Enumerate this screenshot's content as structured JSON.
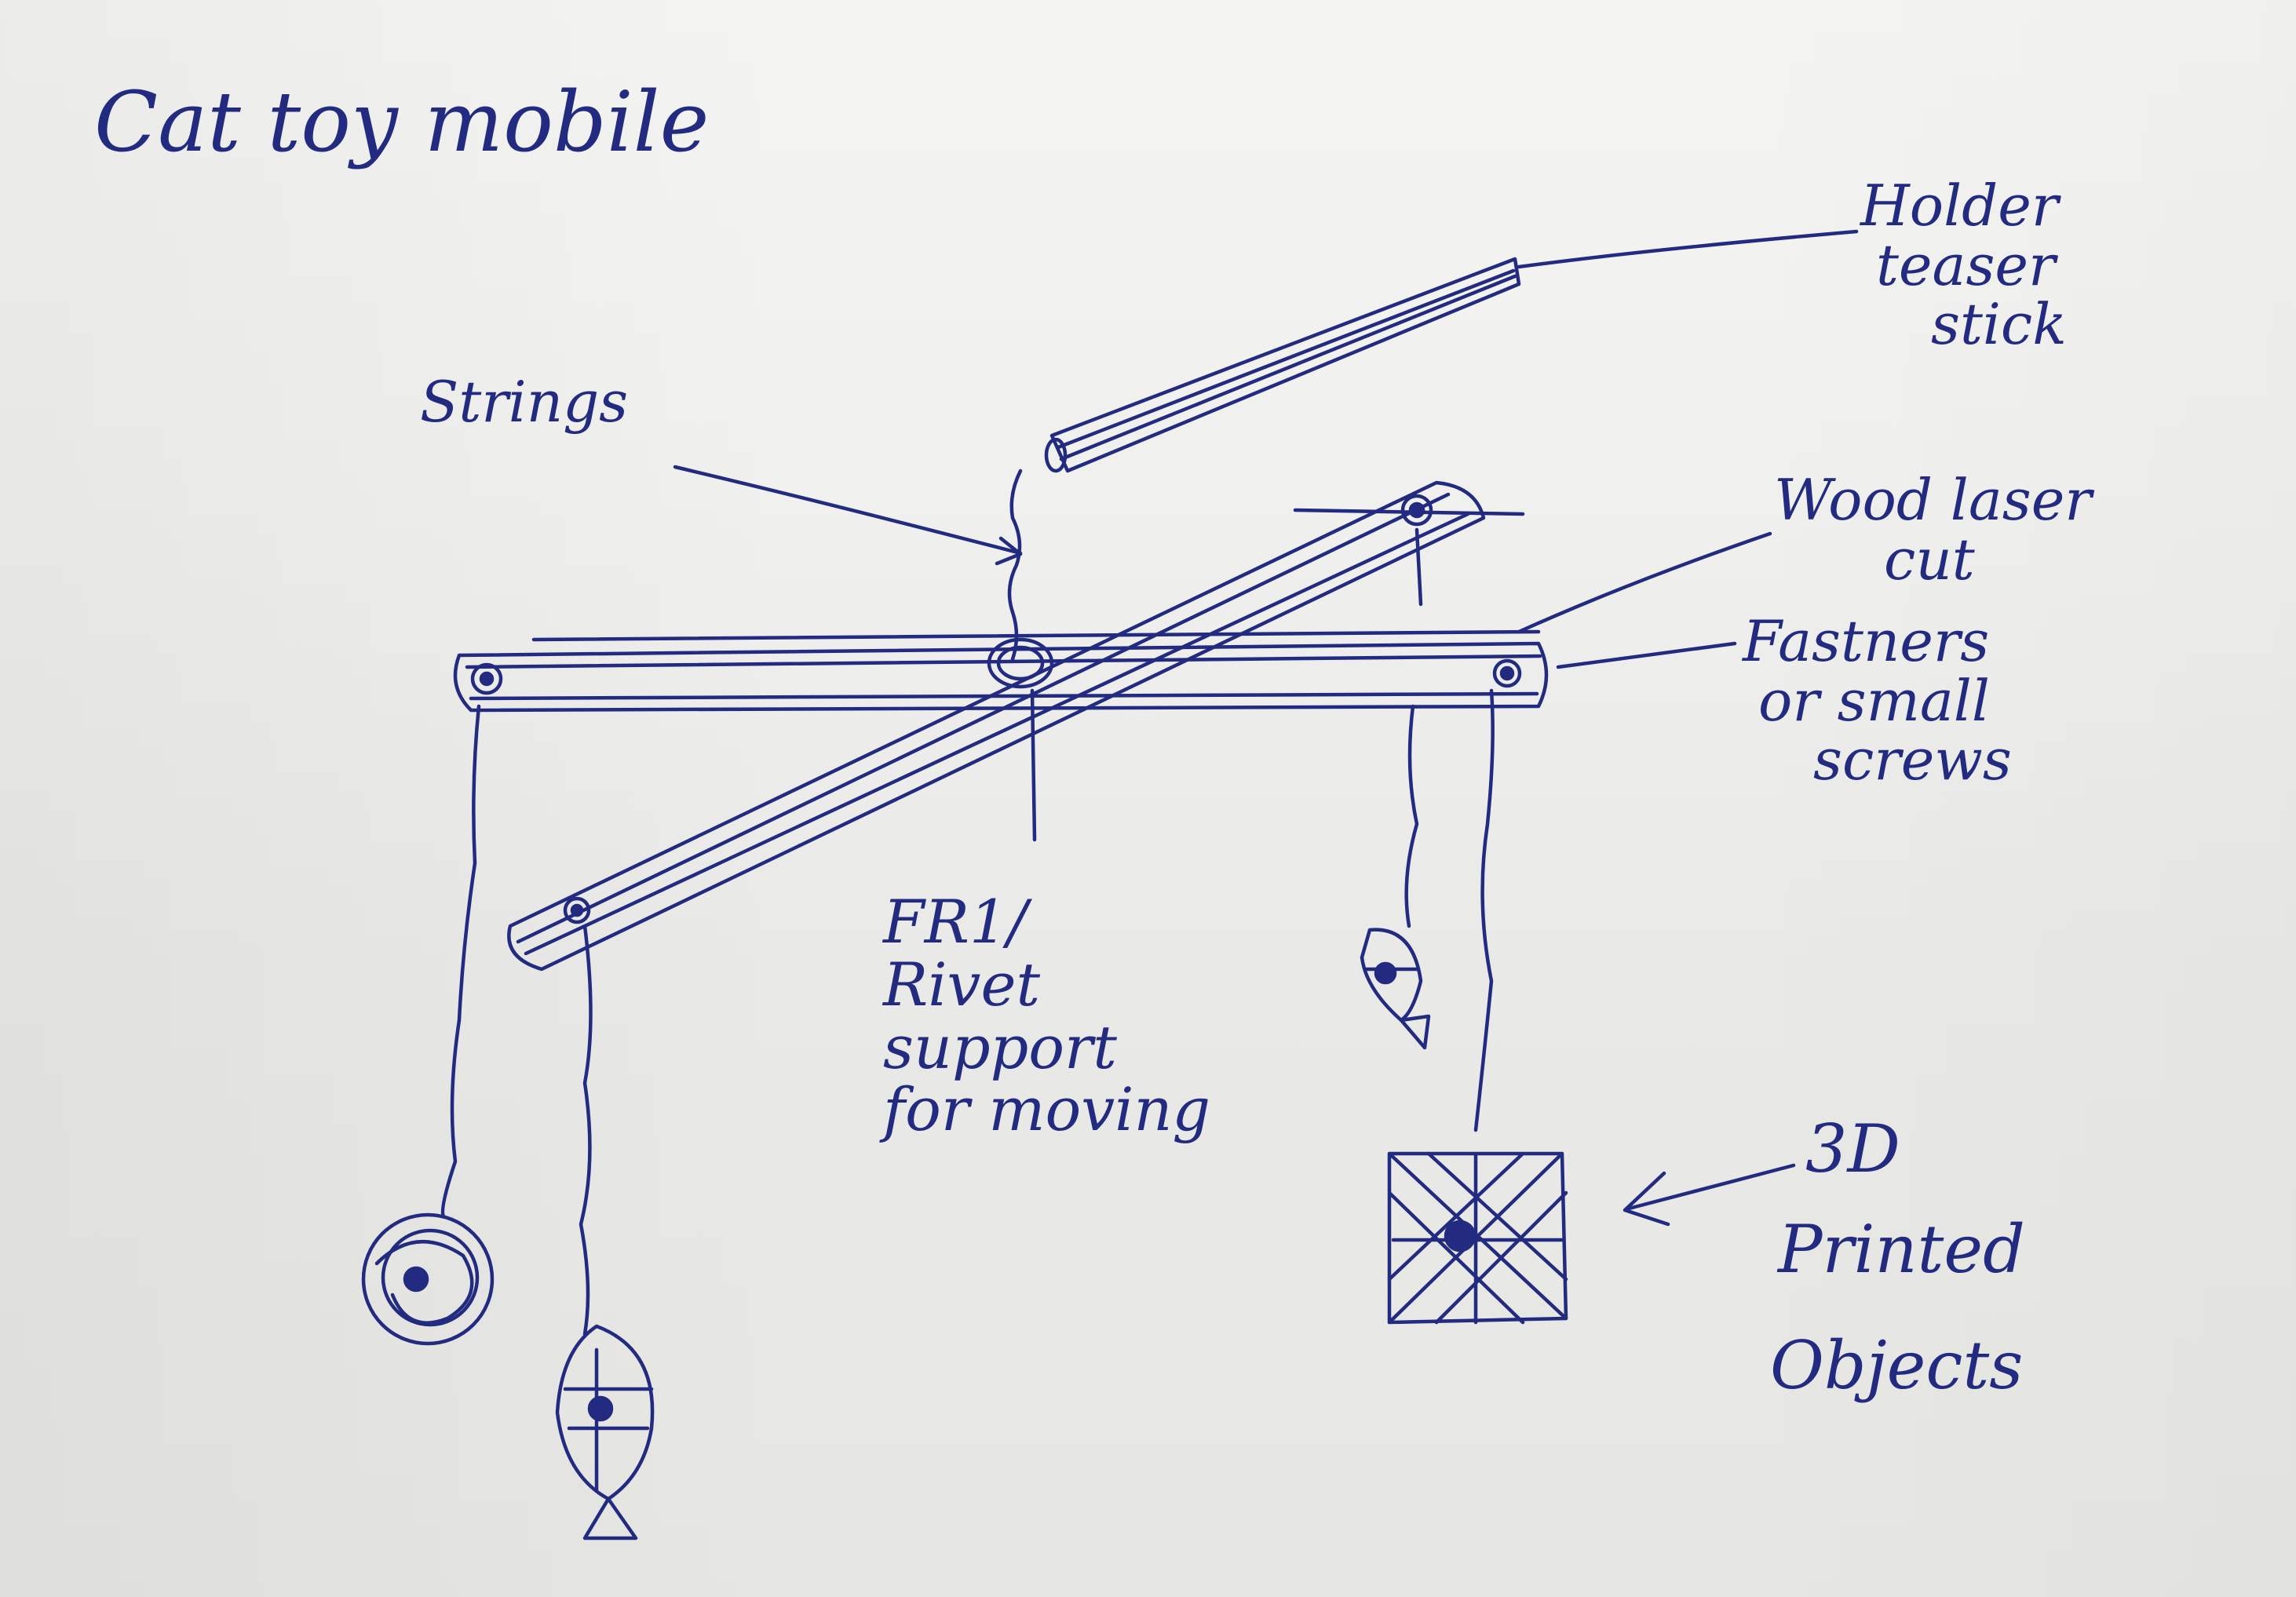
{
  "title": "Cat toy mobile",
  "labels": {
    "holder": [
      "Holder",
      "teaser",
      "stick"
    ],
    "strings": "Strings",
    "wood": [
      "Wood laser",
      "cut"
    ],
    "fastners": [
      "Fastners",
      "or small",
      "screws"
    ],
    "rivet": [
      "FR1/",
      "Rivet",
      "support",
      "for moving"
    ],
    "printed": [
      "3D",
      "Printed",
      "Objects"
    ]
  },
  "colors": {
    "ink": "#232b80",
    "paper": "#f1f1ef"
  },
  "icons": {
    "ball": "yarn-ball-icon",
    "fish": "fish-icon",
    "cube": "cube-icon"
  }
}
